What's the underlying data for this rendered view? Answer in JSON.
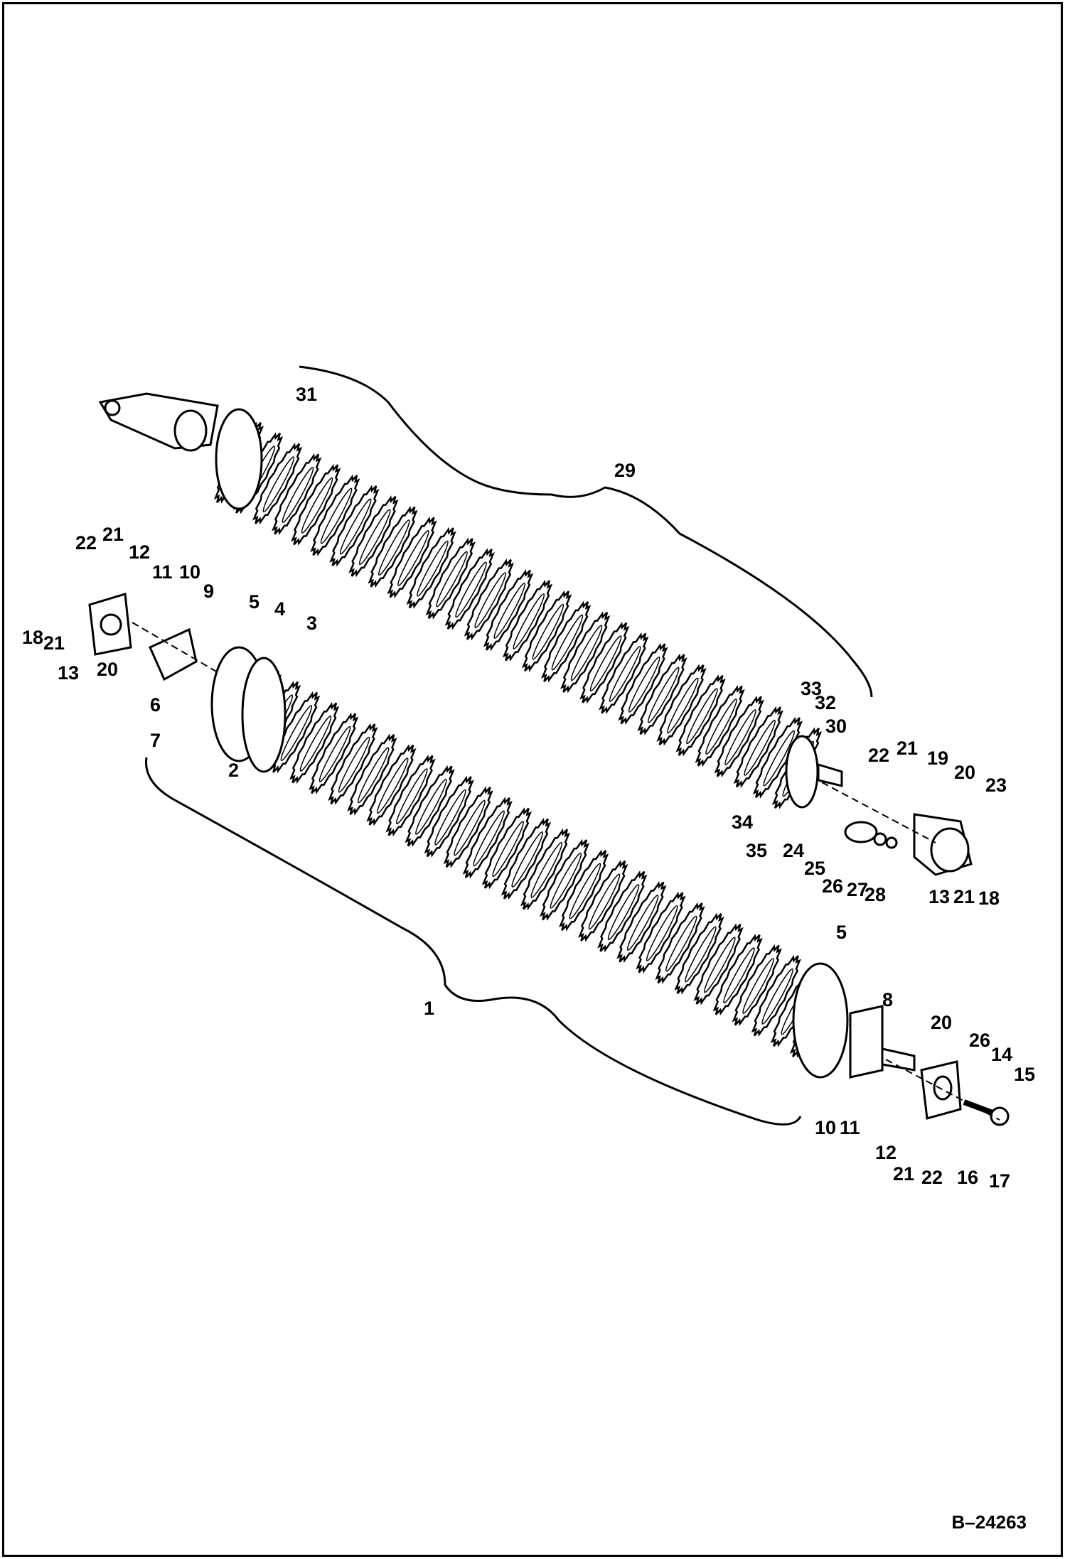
{
  "diagram": {
    "document_id": "B–24263",
    "callouts": [
      "31",
      "29",
      "22",
      "21",
      "12",
      "11",
      "10",
      "9",
      "5",
      "4",
      "3",
      "18",
      "21",
      "13",
      "20",
      "6",
      "7",
      "2",
      "33",
      "32",
      "30",
      "22",
      "21",
      "19",
      "20",
      "23",
      "34",
      "35",
      "24",
      "25",
      "26",
      "27",
      "28",
      "13",
      "21",
      "18",
      "1",
      "5",
      "8",
      "20",
      "26",
      "14",
      "15",
      "10",
      "11",
      "12",
      "21",
      "22",
      "16",
      "17"
    ]
  },
  "colors": {
    "line": "#000000",
    "background": "#ffffff"
  }
}
